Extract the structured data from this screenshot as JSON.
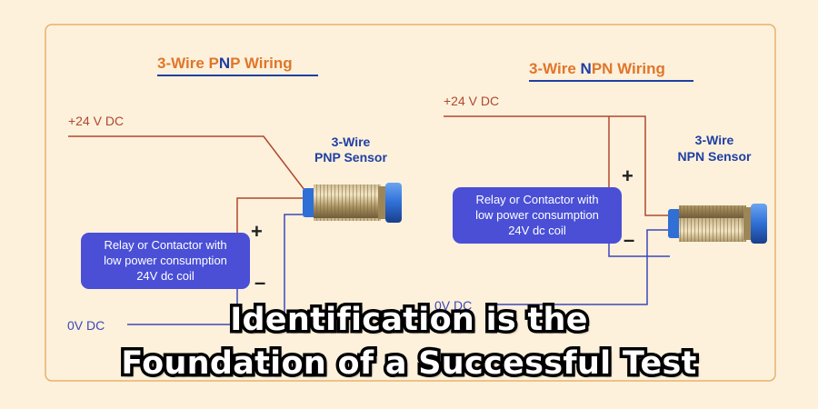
{
  "colors": {
    "background": "#fdf1dc",
    "panel_border": "#e7b36a",
    "title_orange": "#e0762a",
    "title_blue": "#1f3fa3",
    "positive_wire": "#b0482c",
    "negative_wire": "#3c48b8",
    "label_dark": "#3c2a1e",
    "sensor_label": "#1f3fa3",
    "relay_box": "#4a4fd6",
    "sensor_cap": "#2f6fd6"
  },
  "pnp": {
    "title_prefix": "3-Wire P",
    "title_mid": "N",
    "title_suffix": "P Wiring",
    "supply_positive": "+24 V DC",
    "supply_negative": "0V DC",
    "sensor_label_1": "3-Wire",
    "sensor_label_2": "PNP Sensor",
    "relay_line_1": "Relay or Contactor with",
    "relay_line_2": "low power consumption",
    "relay_line_3": "24V dc coil",
    "plus_sign": "+",
    "minus_sign": "–"
  },
  "npn": {
    "title_prefix": "3-Wire ",
    "title_mid": "N",
    "title_p": "P",
    "title_suffix": "N Wiring",
    "supply_positive": "+24 V DC",
    "supply_negative": "0V DC",
    "sensor_label_1": "3-Wire",
    "sensor_label_2": "NPN Sensor",
    "relay_line_1": "Relay or Contactor with",
    "relay_line_2": "low power consumption",
    "relay_line_3": "24V dc coil",
    "plus_sign": "+",
    "minus_sign": "–"
  },
  "caption": {
    "line_1": "Identification is the",
    "line_2": "Foundation of a Successful Test"
  }
}
